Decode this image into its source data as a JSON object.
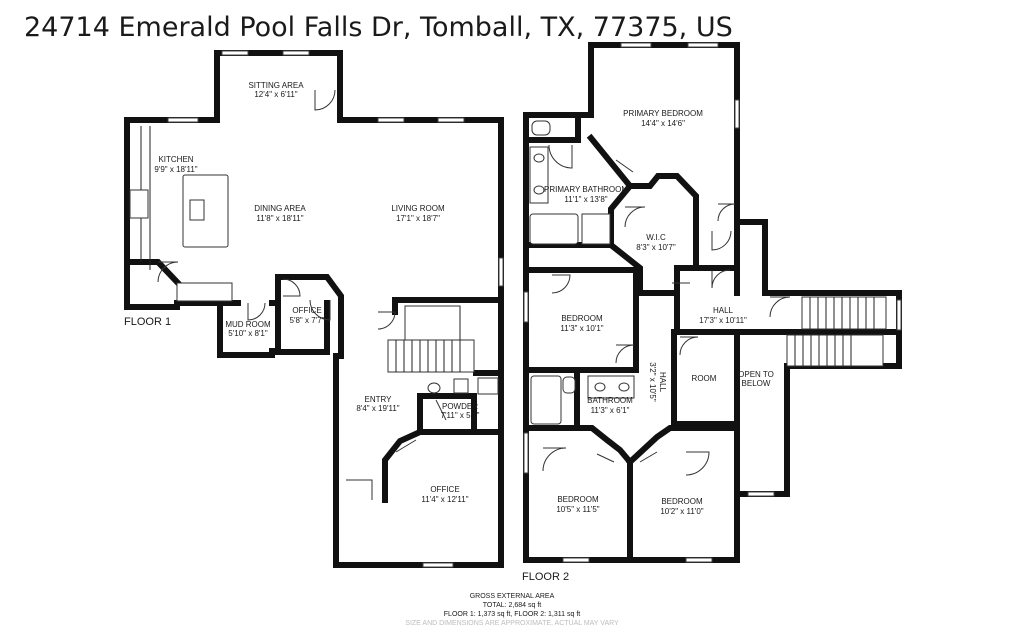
{
  "header": {
    "address": "24714 Emerald Pool Falls Dr, Tomball, TX, 77375, US"
  },
  "floors": [
    {
      "label": "FLOOR 1",
      "rooms": [
        {
          "name": "SITTING AREA",
          "dims": "12'4\" x 6'11\""
        },
        {
          "name": "KITCHEN",
          "dims": "9'9\" x 18'11\""
        },
        {
          "name": "DINING AREA",
          "dims": "11'8\" x 18'11\""
        },
        {
          "name": "LIVING ROOM",
          "dims": "17'1\" x 18'7\""
        },
        {
          "name": "OFFICE",
          "dims": "5'8\" x 7'7\""
        },
        {
          "name": "MUD ROOM",
          "dims": "5'10\" x 8'1\""
        },
        {
          "name": "ENTRY",
          "dims": "8'4\" x 19'11\""
        },
        {
          "name": "POWDER",
          "dims": "7'11\" x 5'1\""
        },
        {
          "name": "OFFICE",
          "dims": "11'4\" x 12'11\""
        }
      ]
    },
    {
      "label": "FLOOR 2",
      "rooms": [
        {
          "name": "PRIMARY BEDROOM",
          "dims": "14'4\" x 14'6\""
        },
        {
          "name": "PRIMARY BATHROOM",
          "dims": "11'1\" x 13'8\""
        },
        {
          "name": "W.I.C",
          "dims": "8'3\" x 10'7\""
        },
        {
          "name": "BEDROOM",
          "dims": "11'3\" x 10'1\""
        },
        {
          "name": "HALL",
          "dims": "17'3\" x 10'11\""
        },
        {
          "name": "ROOM",
          "dims": ""
        },
        {
          "name": "OPEN TO",
          "dims": "BELOW"
        },
        {
          "name": "BATHROOM",
          "dims": "11'3\" x 6'1\""
        },
        {
          "name": "HALL",
          "dims": "3'2\" x 10'5\""
        },
        {
          "name": "BEDROOM",
          "dims": "10'5\" x 11'5\""
        },
        {
          "name": "BEDROOM",
          "dims": "10'2\" x 11'0\""
        }
      ]
    }
  ],
  "footer": {
    "heading": "GROSS EXTERNAL AREA",
    "total": "TOTAL: 2,684 sq ft",
    "breakdown": "FLOOR 1: 1,373 sq ft, FLOOR 2: 1,311 sq ft",
    "disclaimer": "SIZE AND DIMENSIONS ARE APPROXIMATE, ACTUAL MAY VARY"
  }
}
